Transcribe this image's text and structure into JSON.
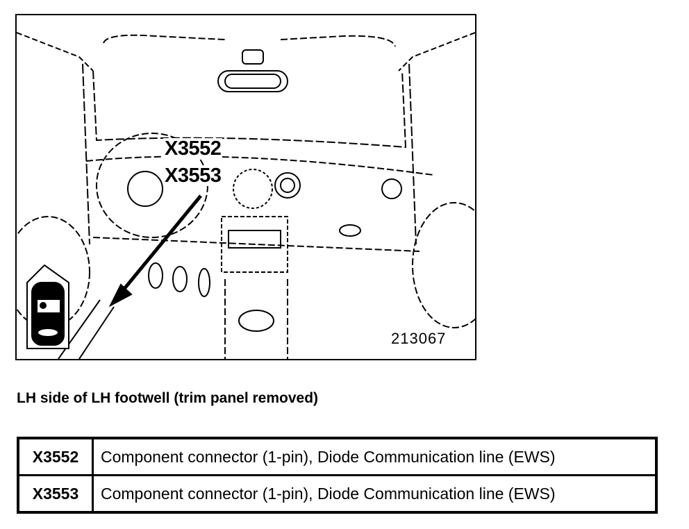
{
  "figure": {
    "labels": [
      "X3552",
      "X3553"
    ],
    "figure_number": "213067"
  },
  "caption": "LH side of LH footwell (trim panel removed)",
  "table": {
    "rows": [
      {
        "code": "X3552",
        "description": "Component connector (1-pin), Diode Communication line (EWS)"
      },
      {
        "code": "X3553",
        "description": "Component connector (1-pin), Diode Communication line (EWS)"
      }
    ]
  }
}
